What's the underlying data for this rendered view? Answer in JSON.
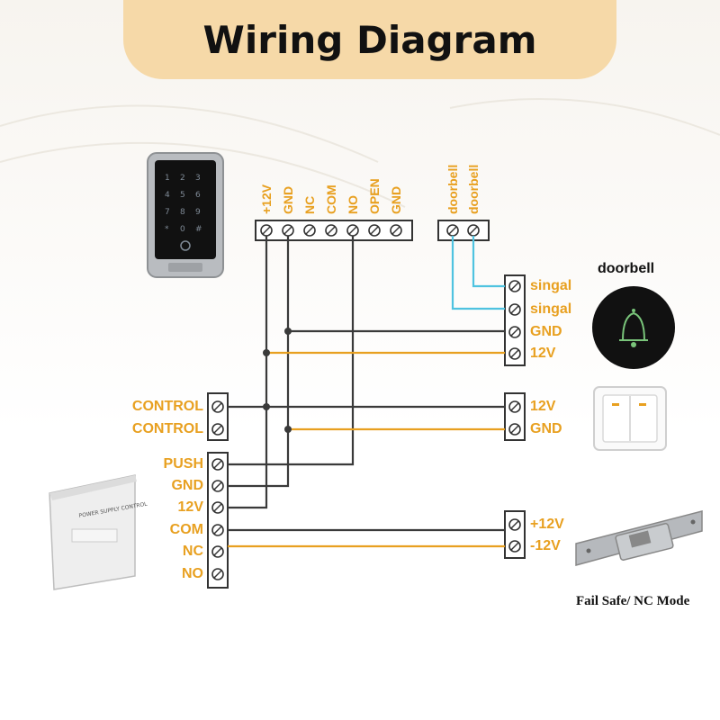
{
  "title": "Wiring Diagram",
  "keypad_terminals": [
    "+12V",
    "GND",
    "NC",
    "COM",
    "NO",
    "OPEN",
    "GND"
  ],
  "doorbell_terminals": [
    "doorbell",
    "doorbell"
  ],
  "doorbell_block": [
    "singal",
    "singal",
    "GND",
    "12V"
  ],
  "control_left": [
    "CONTROL",
    "CONTROL"
  ],
  "switch_block": [
    "12V",
    "GND"
  ],
  "psu_block": [
    "PUSH",
    "GND",
    "12V",
    "COM",
    "NC",
    "NO"
  ],
  "lock_block": [
    "+12V",
    "-12V"
  ],
  "doorbell_title": "doorbell",
  "lock_caption": "Fail Safe/ NC Mode",
  "colors": {
    "wire_dark": "#3a3a3a",
    "wire_orange": "#e8a020",
    "wire_blue": "#4fc3e0",
    "label_orange": "#e8a020"
  },
  "icons": [
    "keypad-device",
    "doorbell-button",
    "wall-switch",
    "power-supply-box",
    "electric-strike-lock"
  ]
}
